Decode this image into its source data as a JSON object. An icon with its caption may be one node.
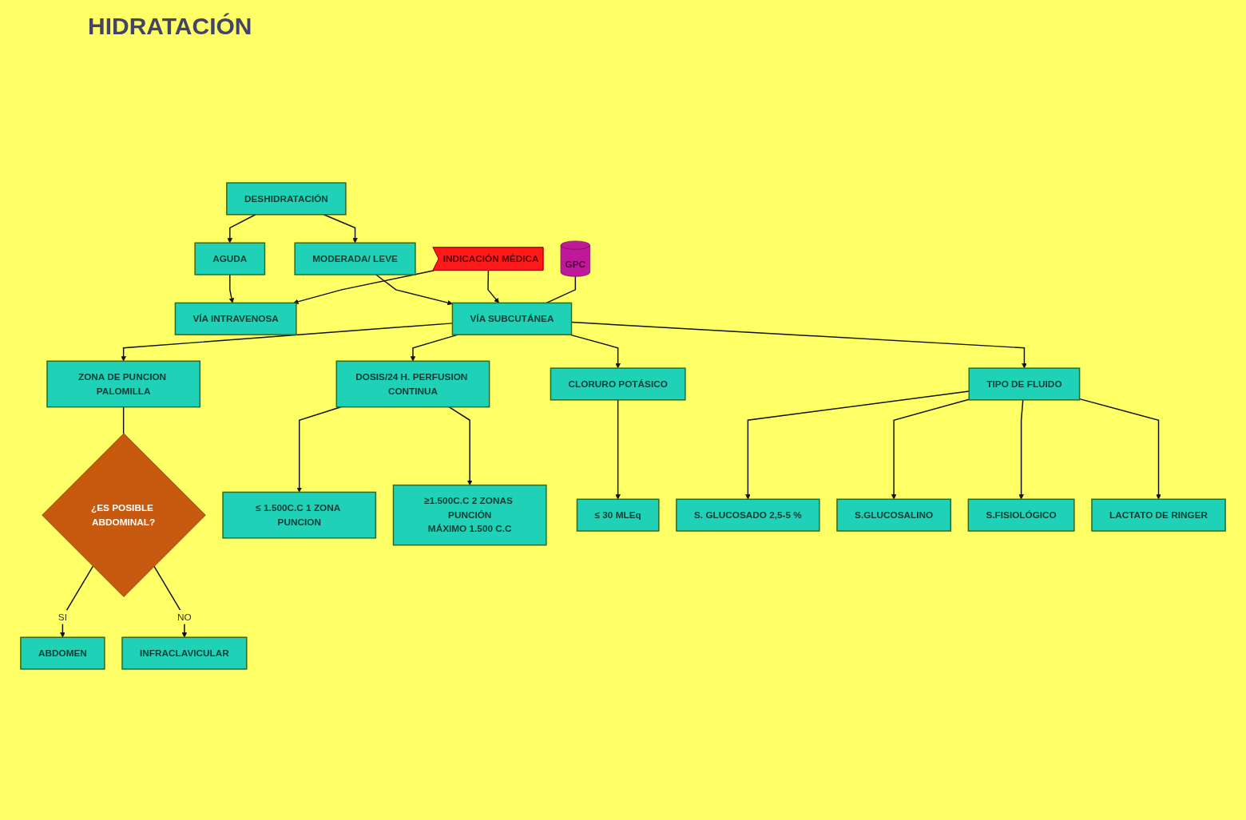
{
  "diagram": {
    "title": "HIDRATACIÓN",
    "nodes": [
      {
        "text": [
          "DESHIDRATACIÓN"
        ]
      },
      {
        "text": [
          "VÍA INTRAVENOSA"
        ]
      },
      {
        "text": [
          "AGUDA"
        ]
      },
      {
        "text": [
          "MODERADA/ LEVE"
        ]
      },
      {
        "text": [
          "INDICACIÓN MÉDICA"
        ]
      },
      {
        "text": [
          "VÍA SUBCUTÁNEA"
        ]
      },
      {
        "text": [
          "GPC"
        ]
      },
      {
        "text": [
          "ZONA DE PUNCION PALOMILLA"
        ]
      },
      {
        "text": [
          "DOSIS/24 H. PERFUSION CONTINUA"
        ]
      },
      {
        "text": [
          "TIPO DE FLUIDO"
        ]
      },
      {
        "text": [
          "CLORURO POTÁSICO"
        ]
      },
      {
        "text": [
          "¿ES POSIBLE ABDOMINAL?"
        ]
      },
      {
        "text": [
          "≤ 1.500C.C 1 ZONA PUNCION"
        ]
      },
      {
        "text": [
          "≥1.500C.C 2 ZONAS PUNCIÓN",
          "MÁXIMO 1.500 C.C"
        ]
      },
      {
        "text": [
          "≤ 30 MLEq"
        ]
      },
      {
        "text": [
          "ABDOMEN"
        ]
      },
      {
        "text": [
          "INFRACLAVICULAR"
        ]
      },
      {
        "text": [
          "S. GLUCOSADO 2,5-5 %"
        ]
      },
      {
        "text": [
          "S.GLUCOSALINO"
        ]
      },
      {
        "text": [
          "S.FISIOLÓGICO"
        ]
      },
      {
        "text": [
          "LACTATO DE RINGER"
        ]
      }
    ],
    "edges": [
      {
        "from": 0,
        "to": 2,
        "arrow": "to"
      },
      {
        "from": 0,
        "to": 3,
        "arrow": "to"
      },
      {
        "from": 2,
        "to": 1,
        "arrow": "to"
      },
      {
        "from": 3,
        "to": 5,
        "arrow": "to"
      },
      {
        "from": 4,
        "to": 1,
        "arrow": "to"
      },
      {
        "from": 4,
        "to": 5,
        "arrow": "to"
      },
      {
        "from": 6,
        "to": 5,
        "arrow": "none"
      },
      {
        "from": 5,
        "to": 7,
        "arrow": "to"
      },
      {
        "from": 5,
        "to": 8,
        "arrow": "to"
      },
      {
        "from": 5,
        "to": 9,
        "arrow": "to"
      },
      {
        "from": 5,
        "to": 10,
        "arrow": "to"
      },
      {
        "from": 7,
        "to": 11,
        "arrow": "none"
      },
      {
        "from": 11,
        "to": 15,
        "arrow": "to",
        "label": "SI"
      },
      {
        "from": 11,
        "to": 16,
        "arrow": "to",
        "label": "NO"
      },
      {
        "from": 8,
        "to": 12,
        "arrow": "to"
      },
      {
        "from": 8,
        "to": 13,
        "arrow": "to"
      },
      {
        "from": 9,
        "to": 17,
        "arrow": "to"
      },
      {
        "from": 9,
        "to": 18,
        "arrow": "to"
      },
      {
        "from": 9,
        "to": 19,
        "arrow": "to"
      },
      {
        "from": 9,
        "to": 20,
        "arrow": "to"
      },
      {
        "from": 10,
        "to": 14,
        "arrow": "to"
      }
    ]
  }
}
